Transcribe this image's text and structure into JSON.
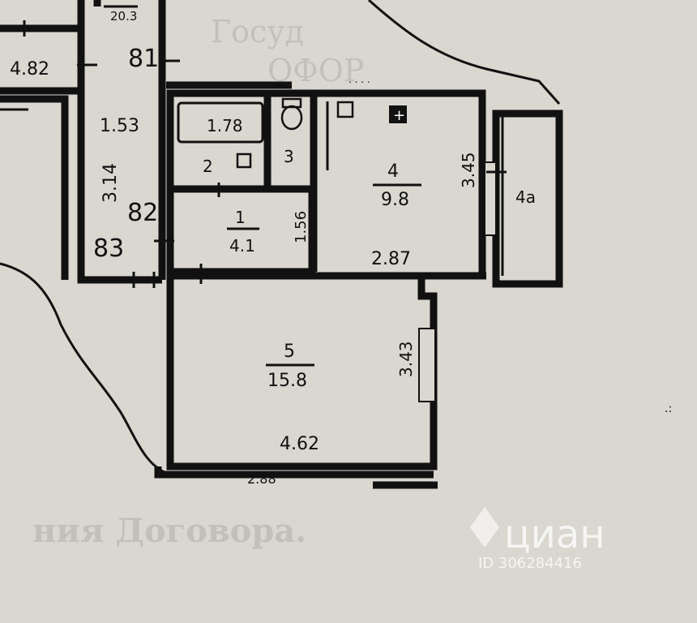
{
  "labels": {
    "area_top": "20.3",
    "room_482": "4.82",
    "num_81": "81",
    "num_82": "82",
    "num_83": "83",
    "corr_153": "1.53",
    "corr_314": "3.14",
    "bath_area": "1.78",
    "room2": "2",
    "room3": "3",
    "room1_num": "1",
    "room1_area": "4.1",
    "room1_dim": "1.56",
    "room4_num": "4",
    "room4_area": "9.8",
    "room4_dim_v": "3.45",
    "room4_dim_h": "2.87",
    "balcony": "4a",
    "room5_num": "5",
    "room5_area": "15.8",
    "room5_dim_v": "3.43",
    "room5_dim_h": "4.62",
    "bottom_partial": "2.88"
  },
  "background_text": [
    "Госуд",
    "ОФОР",
    "ния Договора."
  ],
  "watermark": {
    "brand": "циан",
    "id": "ID 306284416"
  }
}
